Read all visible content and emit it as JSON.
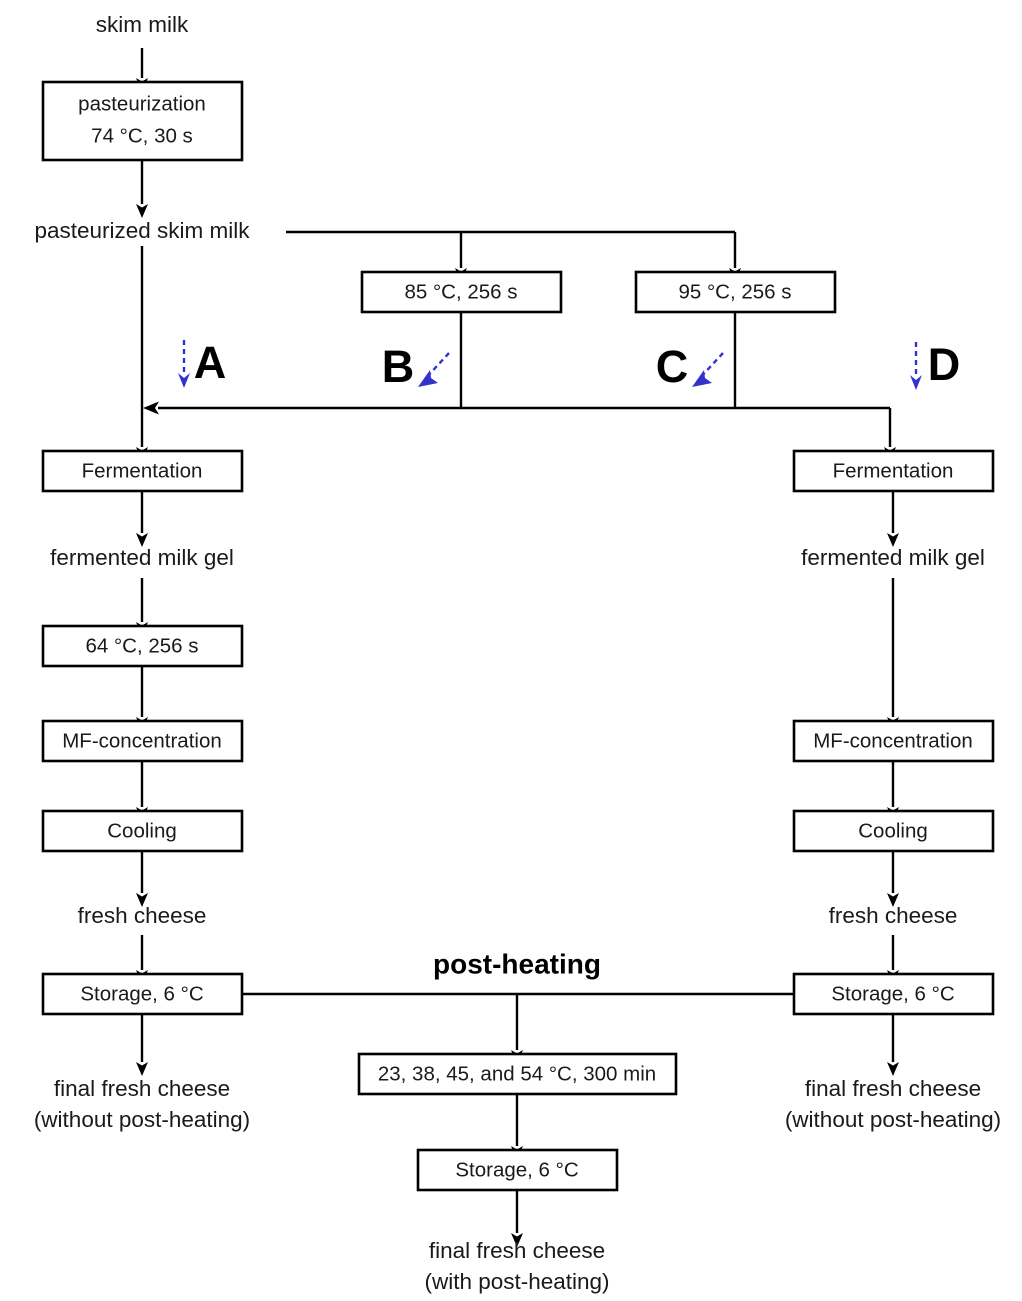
{
  "diagram": {
    "title": "fresh cheese manufacturing flowchart",
    "section_label": "post-heating",
    "colors": {
      "line": "#000000",
      "annotation": "#3333cc",
      "box_fill": "#ffffff",
      "text": "#1a1a1a"
    },
    "branch_labels": [
      {
        "id": "A",
        "text": "A"
      },
      {
        "id": "B",
        "text": "B"
      },
      {
        "id": "C",
        "text": "C"
      },
      {
        "id": "D",
        "text": "D"
      }
    ],
    "nodes": {
      "skim_milk": "skim milk",
      "pasteurization_line1": "pasteurization",
      "pasteurization_line2": "74 °C, 30 s",
      "pasteurized_skim_milk": "pasteurized skim milk",
      "heat_85": "85 °C, 256 s",
      "heat_95": "95 °C, 256 s",
      "fermentation_left": "Fermentation",
      "fermentation_right": "Fermentation",
      "fermented_gel_left": "fermented milk gel",
      "fermented_gel_right": "fermented milk gel",
      "heat_64": "64 °C, 256 s",
      "mf_left": "MF-concentration",
      "mf_right": "MF-concentration",
      "cooling_left": "Cooling",
      "cooling_right": "Cooling",
      "fresh_cheese_left": "fresh cheese",
      "fresh_cheese_right": "fresh cheese",
      "storage_left": "Storage, 6 °C",
      "storage_right": "Storage, 6 °C",
      "storage_center": "Storage, 6 °C",
      "postheat_temps": "23, 38, 45, and 54 °C, 300 min",
      "final_left_line1": "final fresh cheese",
      "final_left_line2": "(without post-heating)",
      "final_right_line1": "final fresh cheese",
      "final_right_line2": "(without post-heating)",
      "final_center_line1": "final fresh cheese",
      "final_center_line2": "(with post-heating)"
    }
  }
}
